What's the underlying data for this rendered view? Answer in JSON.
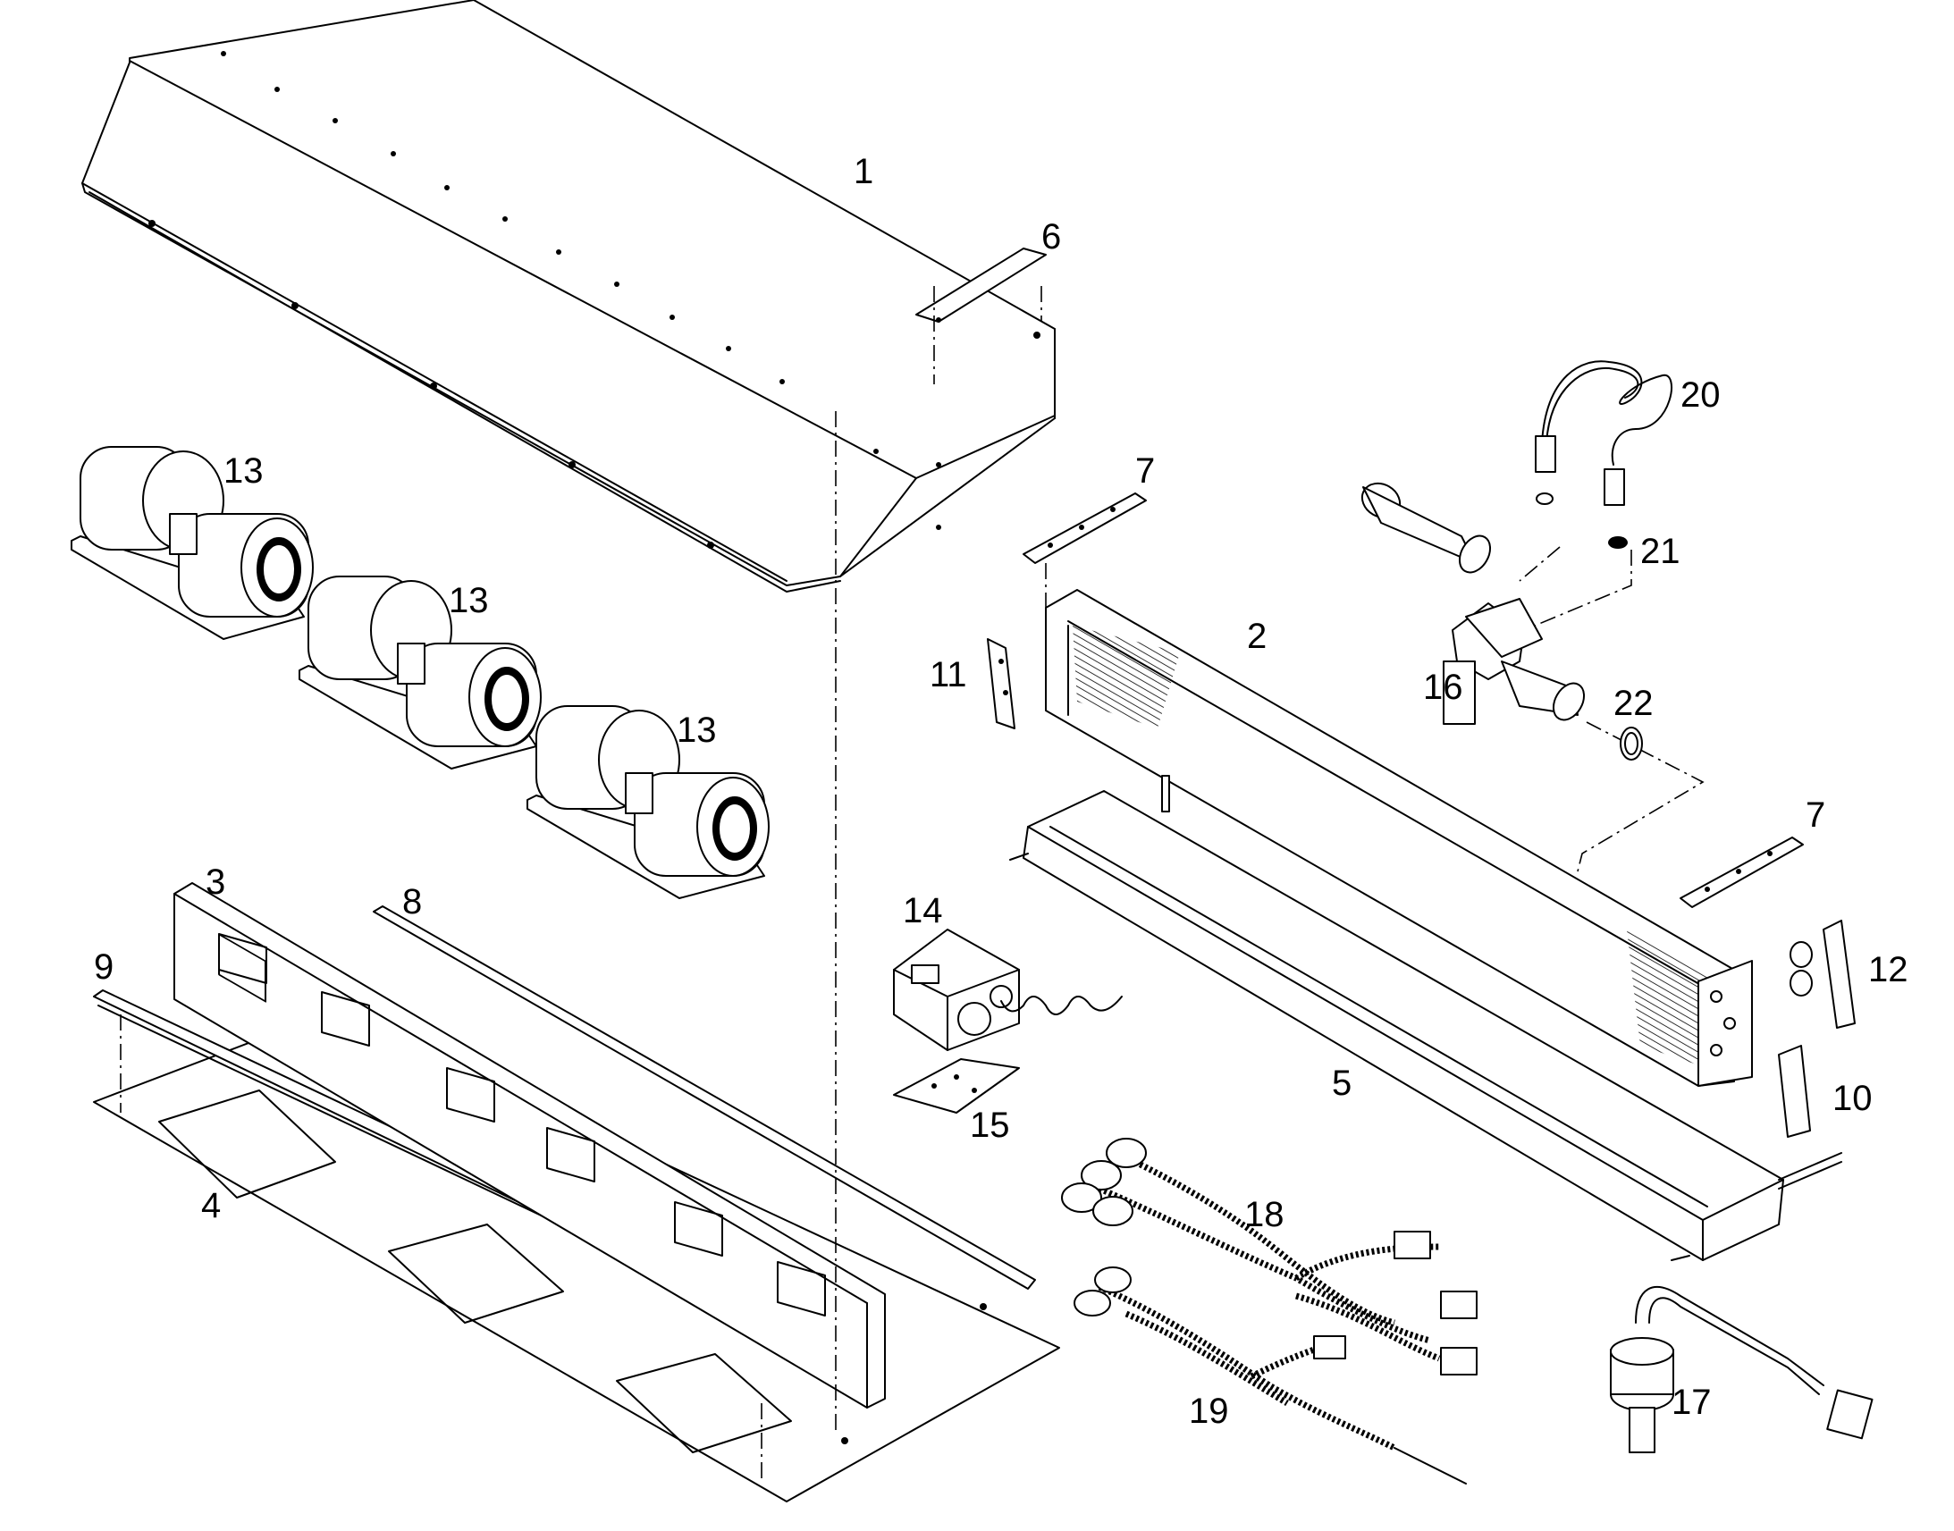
{
  "diagram": {
    "callouts": [
      {
        "id": "c1",
        "text": "1"
      },
      {
        "id": "c2",
        "text": "2"
      },
      {
        "id": "c3",
        "text": "3"
      },
      {
        "id": "c4",
        "text": "4"
      },
      {
        "id": "c5",
        "text": "5"
      },
      {
        "id": "c6",
        "text": "6"
      },
      {
        "id": "c7a",
        "text": "7"
      },
      {
        "id": "c7b",
        "text": "7"
      },
      {
        "id": "c8",
        "text": "8"
      },
      {
        "id": "c9",
        "text": "9"
      },
      {
        "id": "c10",
        "text": "10"
      },
      {
        "id": "c11",
        "text": "11"
      },
      {
        "id": "c12",
        "text": "12"
      },
      {
        "id": "c13a",
        "text": "13"
      },
      {
        "id": "c13b",
        "text": "13"
      },
      {
        "id": "c13c",
        "text": "13"
      },
      {
        "id": "c14",
        "text": "14"
      },
      {
        "id": "c15",
        "text": "15"
      },
      {
        "id": "c16",
        "text": "16"
      },
      {
        "id": "c17",
        "text": "17"
      },
      {
        "id": "c18",
        "text": "18"
      },
      {
        "id": "c19",
        "text": "19"
      },
      {
        "id": "c20",
        "text": "20"
      },
      {
        "id": "c21",
        "text": "21"
      },
      {
        "id": "c22",
        "text": "22"
      }
    ]
  }
}
